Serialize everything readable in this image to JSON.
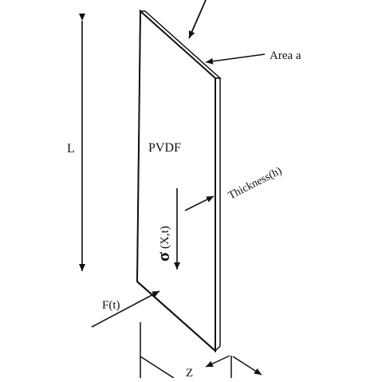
{
  "labels": {
    "area": "Area a",
    "length": "L",
    "material": "PVDF",
    "thickness": "Thickness(h)",
    "stress_symbol": "σ",
    "stress_args": "(X,t)",
    "force": "F(t)",
    "axis_z": "Z"
  },
  "colors": {
    "ink": "#111111",
    "background": "#ffffff",
    "panel_face": "#ffffff"
  }
}
